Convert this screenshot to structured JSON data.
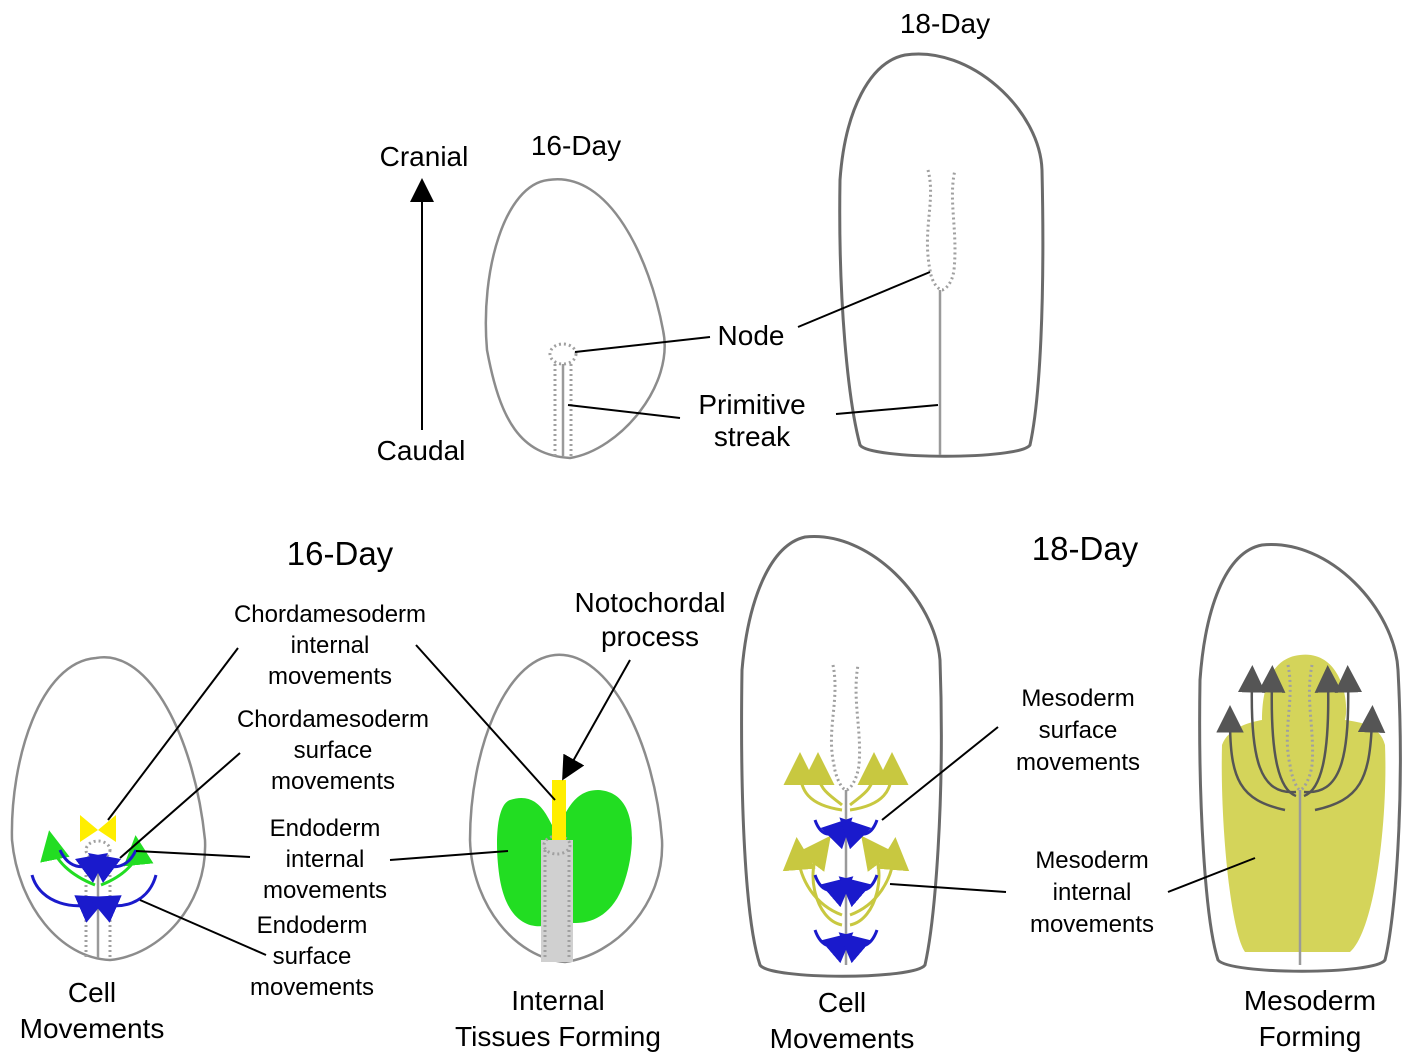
{
  "top": {
    "axis": {
      "cranial": "Cranial",
      "caudal": "Caudal"
    },
    "day16_title": "16-Day",
    "day18_title": "18-Day",
    "node_label": "Node",
    "streak_label_1": "Primitive",
    "streak_label_2": "streak"
  },
  "bottom_left": {
    "title": "16-Day",
    "chorda_internal": [
      "Chordamesoderm",
      "internal",
      "movements"
    ],
    "chorda_surface": [
      "Chordamesoderm",
      "surface",
      "movements"
    ],
    "endo_internal": [
      "Endoderm",
      "internal",
      "movements"
    ],
    "endo_surface": [
      "Endoderm",
      "surface",
      "movements"
    ],
    "notochordal": [
      "Notochordal",
      "process"
    ],
    "caption_cell": [
      "Cell",
      "Movements"
    ],
    "caption_internal": [
      "Internal",
      "Tissues Forming"
    ]
  },
  "bottom_right": {
    "title": "18-Day",
    "meso_surface": [
      "Mesoderm",
      "surface",
      "movements"
    ],
    "meso_internal": [
      "Mesoderm",
      "internal",
      "movements"
    ],
    "caption_cell": [
      "Cell",
      "Movements"
    ],
    "caption_meso": [
      "Mesoderm",
      "Forming"
    ]
  },
  "colors": {
    "endoderm": "#22dd22",
    "chordamesoderm": "#ffee00",
    "mesoderm": "#d4d45a",
    "mesoderm_arrow": "#c8c840",
    "surface_arrow": "#1a1acc",
    "outline": "#8c8c8c"
  }
}
